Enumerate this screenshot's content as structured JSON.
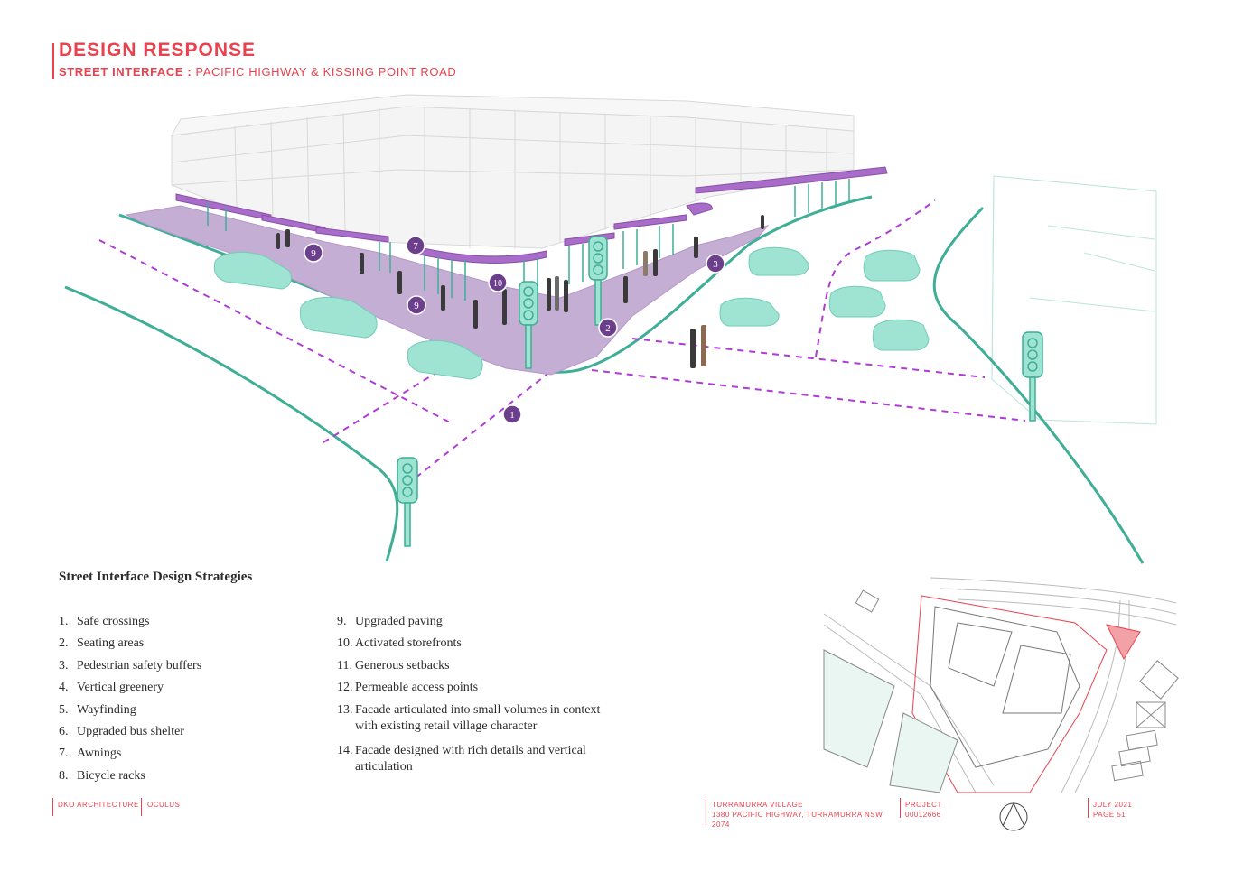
{
  "header": {
    "title": "DESIGN RESPONSE",
    "subtitle_bold": "STREET INTERFACE :",
    "subtitle_rest": "PACIFIC HIGHWAY & KISSING POINT ROAD"
  },
  "diagram": {
    "callouts": [
      "9",
      "7",
      "10",
      "9",
      "3",
      "2",
      "1"
    ]
  },
  "strategies": {
    "title": "Street Interface Design Strategies",
    "items": [
      {
        "num": "1.",
        "text": "Safe crossings"
      },
      {
        "num": "2.",
        "text": "Seating areas"
      },
      {
        "num": "3.",
        "text": "Pedestrian safety buffers"
      },
      {
        "num": "4.",
        "text": "Vertical greenery"
      },
      {
        "num": "5.",
        "text": "Wayfinding"
      },
      {
        "num": "6.",
        "text": "Upgraded bus shelter"
      },
      {
        "num": "7.",
        "text": "Awnings"
      },
      {
        "num": "8.",
        "text": "Bicycle racks"
      },
      {
        "num": "9.",
        "text": "Upgraded paving"
      },
      {
        "num": "10.",
        "text": "Activated storefronts"
      },
      {
        "num": "11.",
        "text": "Generous setbacks"
      },
      {
        "num": "12.",
        "text": "Permeable access points"
      },
      {
        "num": "13.",
        "text": "Facade articulated into small volumes in context with existing retail village character"
      },
      {
        "num": "14.",
        "text": "Facade designed with rich details and vertical articulation"
      }
    ]
  },
  "footer": {
    "firm": "DKO ARCHITECTURE",
    "partner": "OCULUS",
    "project_name": "TURRAMURRA VILLAGE",
    "address": "1380 PACIFIC HIGHWAY, TURRAMURRA NSW 2074",
    "project_label": "PROJECT",
    "project_number": "00012666",
    "date": "JULY 2021",
    "page": "PAGE 51"
  },
  "colors": {
    "accent_red": "#e8424e",
    "teal": "#3fae96",
    "teal_light": "#9fe3d2",
    "purple": "#8a4fa8",
    "paving": "#c5aed3",
    "magenta_dash": "#b03ad6"
  }
}
